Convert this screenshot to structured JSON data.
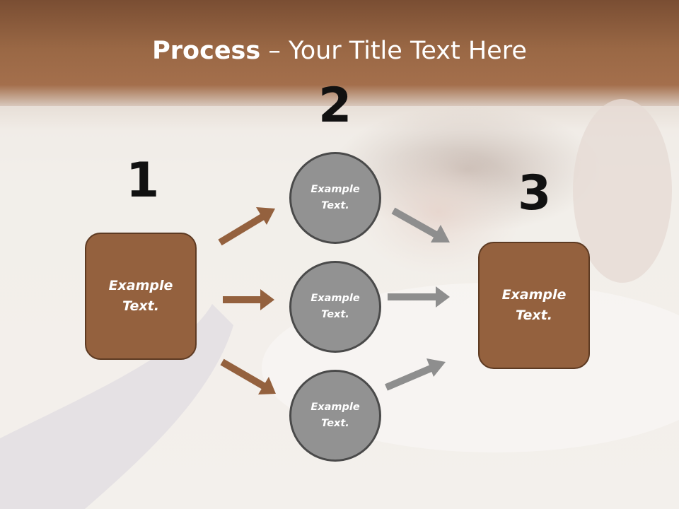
{
  "title": {
    "bold": "Process",
    "rest": " – Your Title Text Here"
  },
  "steps": {
    "one": "1",
    "two": "2",
    "three": "3"
  },
  "left_box": {
    "text": "Example\nText."
  },
  "circles": [
    {
      "text": "Example\nText."
    },
    {
      "text": "Example\nText."
    },
    {
      "text": "Example\nText."
    }
  ],
  "right_box": {
    "text": "Example\nText."
  },
  "colors": {
    "brown": "#94613e",
    "gray": "#929292",
    "title_bar": "#9a6845"
  }
}
